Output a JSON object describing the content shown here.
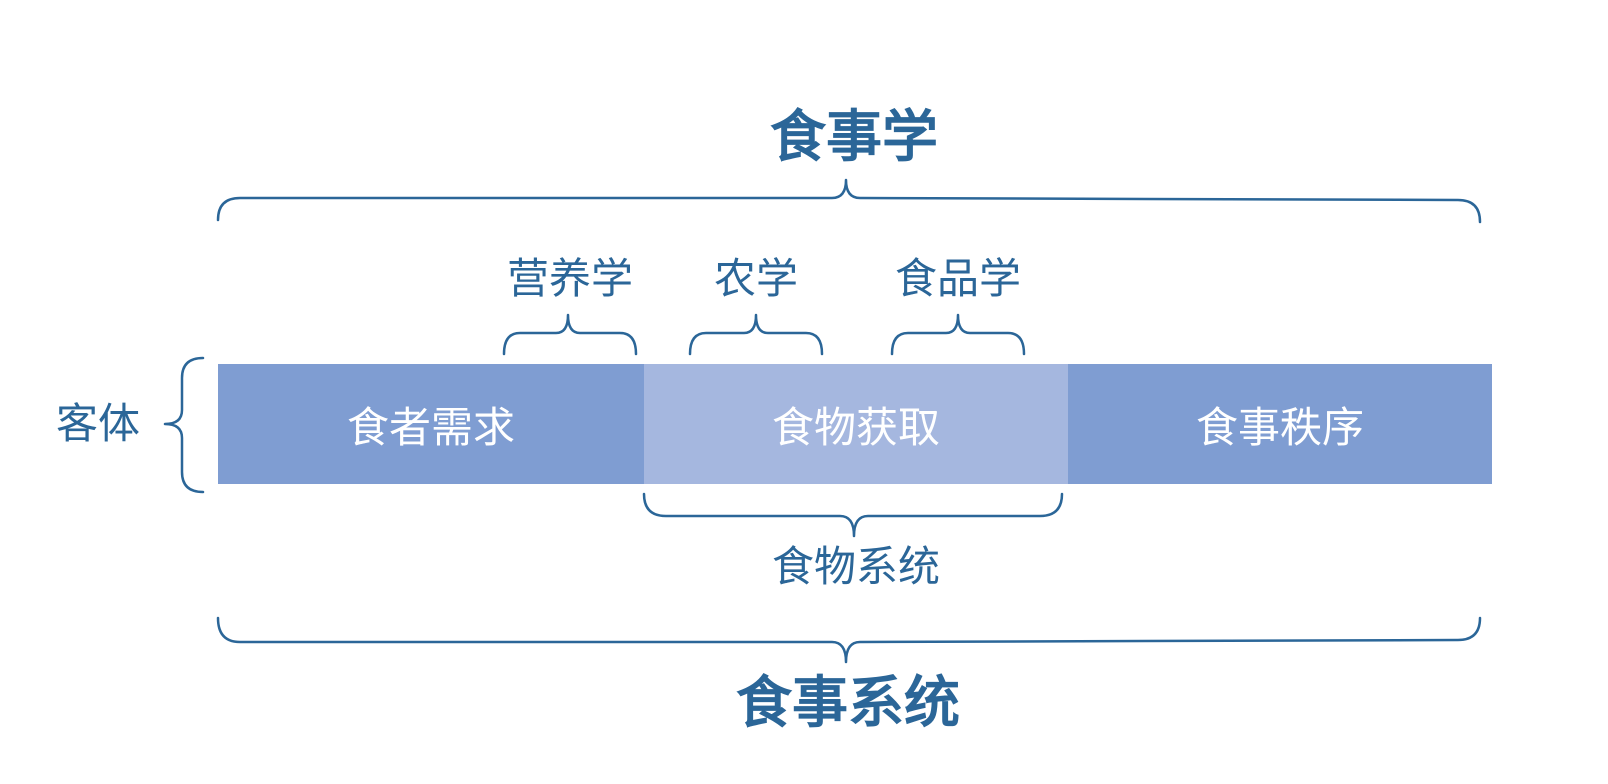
{
  "top_title": "食事学",
  "bottom_title": "食事系统",
  "object_label": "客体",
  "disciplines": [
    "营养学",
    "农学",
    "食品学"
  ],
  "blocks": [
    "食者需求",
    "食物获取",
    "食事秩序"
  ],
  "food_system_label": "食物系统",
  "colors": {
    "text": "#2b6698",
    "block_dark": "#7f9dd2",
    "block_light": "#a5b7df",
    "block_text": "#ffffff"
  }
}
